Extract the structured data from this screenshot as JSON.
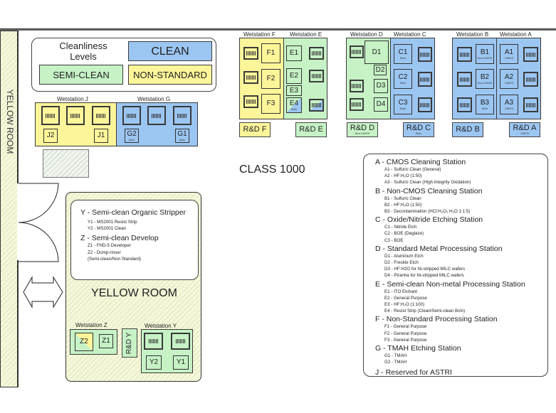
{
  "legend": {
    "title": "Cleanliness Levels",
    "levels": [
      {
        "label": "CLEAN",
        "color": "#9cc6f2"
      },
      {
        "label": "SEMI-CLEAN",
        "color": "#c6f2c6"
      },
      {
        "label": "NON-STANDARD",
        "color": "#fdf59a"
      }
    ]
  },
  "rooms": {
    "yellow_room_side": "YELLOW ROOM",
    "yellow_room_main": "YELLOW ROOM",
    "class": "CLASS 1000"
  },
  "wetstations": {
    "F": {
      "label": "Wetstation F",
      "cells": [
        "F1",
        "F2",
        "F3"
      ],
      "rd": "R&D F"
    },
    "E": {
      "label": "Wetstation E",
      "cells": [
        "E1",
        "E2",
        "E3",
        "E4"
      ],
      "e4_sub": "Bcln",
      "rd": "R&D E"
    },
    "D": {
      "label": "Wetstation D",
      "cells": [
        "D1",
        "D2",
        "D3",
        "D4"
      ],
      "rd": "R&D D",
      "rd_sub": "Non-CMOS"
    },
    "C": {
      "label": "Wetstation C",
      "cells": [
        "C1",
        "C2",
        "C3"
      ],
      "cell_sub": "Bcln",
      "rd": "R&D C",
      "rd_sub": "Bcln"
    },
    "B": {
      "label": "Wetstation B",
      "cells": [
        "B1",
        "B2",
        "B3"
      ],
      "cell_subs": [
        "Non-CMOS",
        "Non-CMOS",
        "Bcln"
      ],
      "rd": "R&D B"
    },
    "A": {
      "label": "Wetstation A",
      "cells": [
        "A1",
        "A2",
        "A3"
      ],
      "cell_sub": "CMOS",
      "rd": "R&D A",
      "rd_sub": "CMOS"
    },
    "J": {
      "label": "Wetstation J",
      "cells": [
        "J2",
        "J1"
      ]
    },
    "G": {
      "label": "Wetstation G",
      "cells": [
        "G2",
        "G1"
      ],
      "cell_sub": "Bcln"
    },
    "Z": {
      "label": "Wetstation Z",
      "cells": [
        "Z2",
        "Z1"
      ]
    },
    "Y": {
      "label": "Wetstation Y",
      "cells": [
        "Y2",
        "Y1"
      ],
      "rd": "R&D Y"
    }
  },
  "yellow_room_legend": {
    "sections": [
      {
        "heading": "Y - Semi-clean Organic Stripper",
        "items": [
          "Y1 - MS2001 Resist Strip",
          "Y2 - MS2001 Clean"
        ]
      },
      {
        "heading": "Z - Semi-clean Develop",
        "items": [
          "Z1 - FHD-5 Developer",
          "Z2 - Dump-rinser",
          "(Semi-clean/Non Standard)"
        ]
      }
    ]
  },
  "station_legend": {
    "sections": [
      {
        "heading": "A - CMOS Cleaning Station",
        "items": [
          "A1 - Sulfuric Clean (General)",
          "A2 - HF:H₂O (1:50)",
          "A3 - Sulfuric Clean (High integrity Oxidation)"
        ]
      },
      {
        "heading": "B - Non-CMOS Cleaning Station",
        "items": [
          "B1 - Sulfuric Clean",
          "B2 - HF:H₂O (1:50)",
          "B3 - Decontamination (HCl:H₂O₂:H₂O 1:1:5)"
        ]
      },
      {
        "heading": "C - Oxide/Nitride Etching Station",
        "items": [
          "C1 - Nitride Etch",
          "C2 - BOE (Deglaze)",
          "C3 - BOE"
        ]
      },
      {
        "heading": "D - Standard Metal Processing Station",
        "items": [
          "D1 - Aluminum Etch",
          "D2 - Freckle Etch",
          "D3 - HF:H2O for Ni-stripped MILC wafers",
          "D4 - Piranha for Ni-stripped MILC wafers"
        ]
      },
      {
        "heading": "E - Semi-clean Non-metal Processing Station",
        "items": [
          "E1 - ITO Etchant",
          "E2 - General Purpose",
          "E3 - HF:H₂O (1:100)",
          "E4 - Resist Strip (Clean/Semi-clean Bcln)"
        ]
      },
      {
        "heading": "F - Non-Standard Processing Station",
        "items": [
          "F1 - General Purpose",
          "F2 - General Purpose",
          "F3 - General Purpose"
        ]
      },
      {
        "heading": "G - TMAH Etching Station",
        "items": [
          "G1 - TMAH",
          "G2 - TMAH"
        ]
      },
      {
        "heading": "J - Reserved for ASTRI",
        "items": []
      }
    ]
  }
}
